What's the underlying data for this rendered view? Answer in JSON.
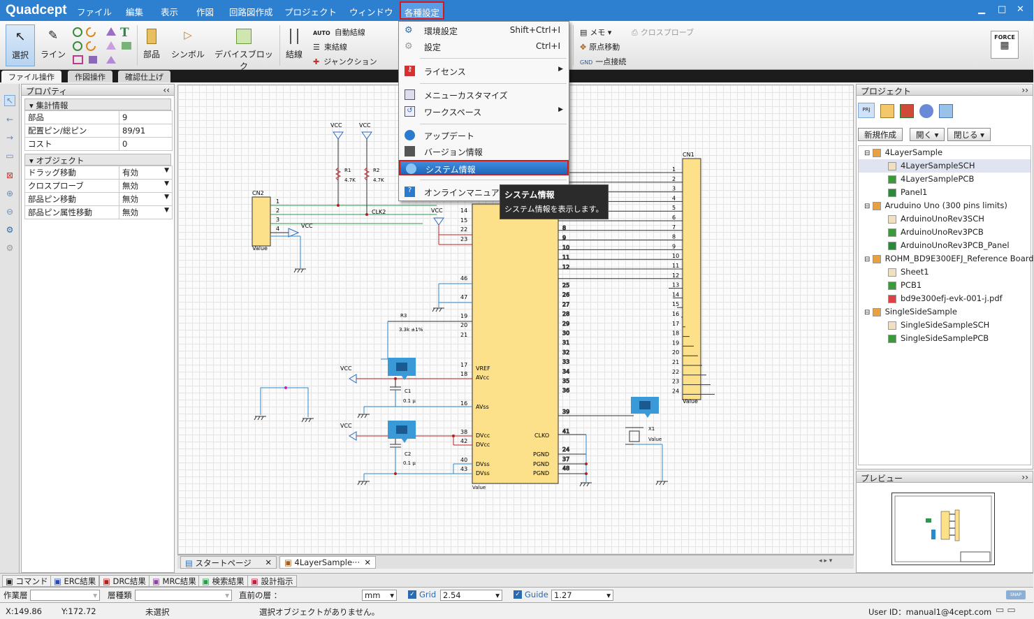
{
  "app": {
    "logo": "Quadcept"
  },
  "menu": [
    "ファイル",
    "編集",
    "表示",
    "作図",
    "回路図作成",
    "プロジェクト",
    "ウィンドウ",
    "各種設定"
  ],
  "ribbon": {
    "select": "選択",
    "line": "ライン",
    "part": "部品",
    "symbol": "シンボル",
    "device_block": "デバイスブロック",
    "wiring": "結線",
    "auto_wiring": "自動結線",
    "bundle": "束結線",
    "junction": "ジャンクション",
    "memo": "メモ",
    "origin_move": "原点移動",
    "one_point": "一点接続",
    "cross_probe": "クロスプローブ",
    "force": "FORCE"
  },
  "ribbon_tabs": [
    "ファイル操作",
    "作図操作",
    "確認仕上げ"
  ],
  "properties": {
    "title": "プロパティ",
    "summary_title": "集計情報",
    "summary": [
      {
        "label": "部品",
        "value": "9"
      },
      {
        "label": "配置ピン/総ピン",
        "value": "89/91"
      },
      {
        "label": "コスト",
        "value": "0"
      }
    ],
    "object_title": "オブジェクト",
    "objects": [
      {
        "label": "ドラッグ移動",
        "value": "有効"
      },
      {
        "label": "クロスプローブ",
        "value": "無効"
      },
      {
        "label": "部品ピン移動",
        "value": "無効"
      },
      {
        "label": "部品ピン属性移動",
        "value": "無効"
      }
    ]
  },
  "dropdown": {
    "items": [
      {
        "label": "環境設定",
        "shortcut": "Shift+Ctrl+I"
      },
      {
        "label": "設定",
        "shortcut": "Ctrl+I"
      },
      {
        "label": "ライセンス"
      },
      {
        "label": "メニューカスタマイズ"
      },
      {
        "label": "ワークスペース"
      },
      {
        "label": "アップデート"
      },
      {
        "label": "バージョン情報"
      },
      {
        "label": "システム情報"
      },
      {
        "label": "オンラインマニュアル"
      }
    ]
  },
  "tooltip": {
    "title": "システム情報",
    "desc": "システム情報を表示します。"
  },
  "project": {
    "title": "プロジェクト",
    "new": "新規作成",
    "open": "開く",
    "close": "閉じる",
    "tree": [
      {
        "label": "4LayerSample",
        "kind": "prj",
        "level": 0
      },
      {
        "label": "4LayerSampleSCH",
        "kind": "sch",
        "level": 1
      },
      {
        "label": "4LayerSamplePCB",
        "kind": "pcb",
        "level": 1
      },
      {
        "label": "Panel1",
        "kind": "panel",
        "level": 1
      },
      {
        "label": "Aruduino Uno (300 pins limits)",
        "kind": "prj",
        "level": 0
      },
      {
        "label": "ArduinoUnoRev3SCH",
        "kind": "sch",
        "level": 1
      },
      {
        "label": "ArduinoUnoRev3PCB",
        "kind": "pcb",
        "level": 1
      },
      {
        "label": "ArduinoUnoRev3PCB_Panel",
        "kind": "panel",
        "level": 1
      },
      {
        "label": "ROHM_BD9E300EFJ_Reference Board",
        "kind": "prj",
        "level": 0
      },
      {
        "label": "Sheet1",
        "kind": "sch",
        "level": 1
      },
      {
        "label": "PCB1",
        "kind": "pcb",
        "level": 1
      },
      {
        "label": "bd9e300efj-evk-001-j.pdf",
        "kind": "pdf",
        "level": 1
      },
      {
        "label": "SingleSideSample",
        "kind": "prj",
        "level": 0
      },
      {
        "label": "SingleSideSampleSCH",
        "kind": "sch",
        "level": 1
      },
      {
        "label": "SingleSideSamplePCB",
        "kind": "pcb",
        "level": 1
      }
    ]
  },
  "preview": {
    "title": "プレビュー"
  },
  "doc_tabs": [
    "スタートページ",
    "4LayerSample···"
  ],
  "bottom_tabs": [
    "コマンド",
    "ERC結果",
    "DRC結果",
    "MRC結果",
    "検索結果",
    "設計指示"
  ],
  "bar2": {
    "work_layer": "作業層",
    "layer_type": "層種類",
    "prev_layer": "直前の層 ：",
    "unit": "mm",
    "grid_label": "Grid",
    "grid": "2.54",
    "guide_label": "Guide",
    "guide": "1.27",
    "snap": "SNAP"
  },
  "status": {
    "x": "X:149.86",
    "y": "Y:172.72",
    "selection": "未選択",
    "message": "選択オブジェクトがありません。",
    "user": "User ID：manual1@4cept.com"
  },
  "schematic": {
    "vcc": "VCC",
    "value": "Value",
    "cn1": "CN1",
    "cn2": "CN2",
    "r1": "R1",
    "r2": "R2",
    "r3": "R3",
    "r_val": "4.7K",
    "r3_val": "3.3k ±1%",
    "c1": "C1",
    "c2": "C2",
    "c_val": "0.1 μ",
    "x1": "X1",
    "clk2": "CLK2",
    "clko": "CLKO",
    "vref": "VREF",
    "avcc": "AVcc",
    "avss": "AVss",
    "dvcc": "DVcc",
    "dvss": "DVss",
    "pgnd": "PGND"
  }
}
